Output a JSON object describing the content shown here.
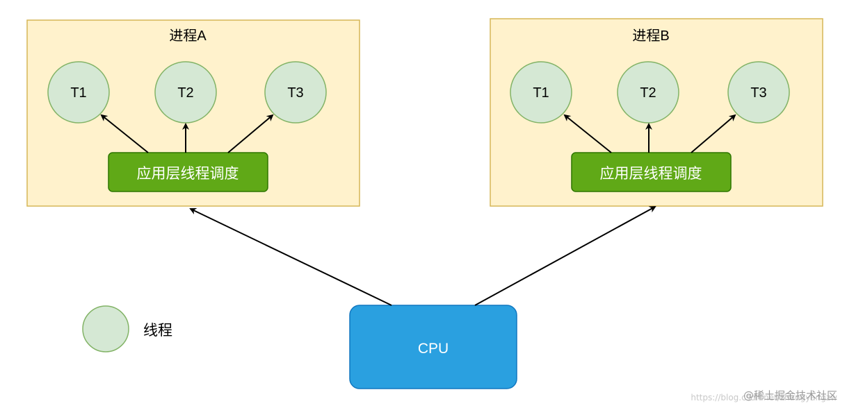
{
  "process_a": {
    "title": "进程A",
    "threads": [
      "T1",
      "T2",
      "T3"
    ],
    "scheduler": "应用层线程调度"
  },
  "process_b": {
    "title": "进程B",
    "threads": [
      "T1",
      "T2",
      "T3"
    ],
    "scheduler": "应用层线程调度"
  },
  "cpu": {
    "label": "CPU"
  },
  "legend": {
    "label": "线程"
  },
  "watermark": {
    "brand": "@稀土掘金技术社区",
    "url": "https://blog.csdn.net/zhangyangzw"
  },
  "colors": {
    "process_fill": "#fff2cc",
    "process_stroke": "#d6b656",
    "thread_fill": "#d5e8d4",
    "thread_stroke": "#82b366",
    "scheduler_fill": "#60a917",
    "scheduler_stroke": "#2d7600",
    "cpu_fill": "#2aa0e0",
    "cpu_stroke": "#1077c0",
    "arrow": "#000000"
  }
}
